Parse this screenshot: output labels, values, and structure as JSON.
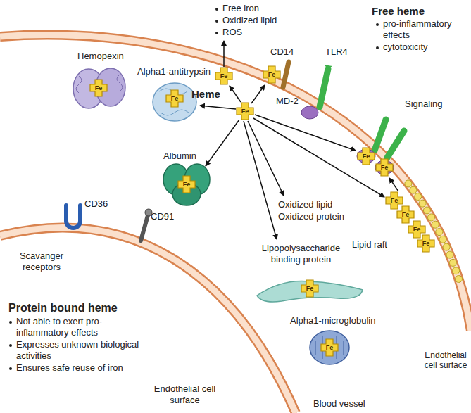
{
  "diagram": {
    "labels": [
      "Free iron",
      "Oxidized lipid",
      "ROS",
      "Free heme",
      "pro-inflammatory effects",
      "cytotoxicity",
      "CD14",
      "TLR4",
      "MD-2",
      "Signaling",
      "Hemopexin",
      "Alpha1-antitrypsin",
      "Heme",
      "Albumin",
      "Oxidized lipid",
      "Oxidized protein",
      "Lipid raft",
      "CD36",
      "CD91",
      "Scavanger receptors",
      "Lipopolysaccharide binding protein",
      "Endothelial cell surface",
      "Protein bound heme",
      "Not able to exert pro-inflammatory effects",
      "Expresses unknown biological activities",
      "Ensures safe reuse of iron",
      "Alpha1-microglobulin",
      "Blood vessel",
      "Endothelial cell surface",
      "Fe",
      "Fe",
      "Fe",
      "Fe",
      "Fe",
      "Fe",
      "Fe",
      "Fe",
      "Fe",
      "Fe",
      "Fe",
      "Fe",
      "Fe",
      "Fe"
    ]
  }
}
